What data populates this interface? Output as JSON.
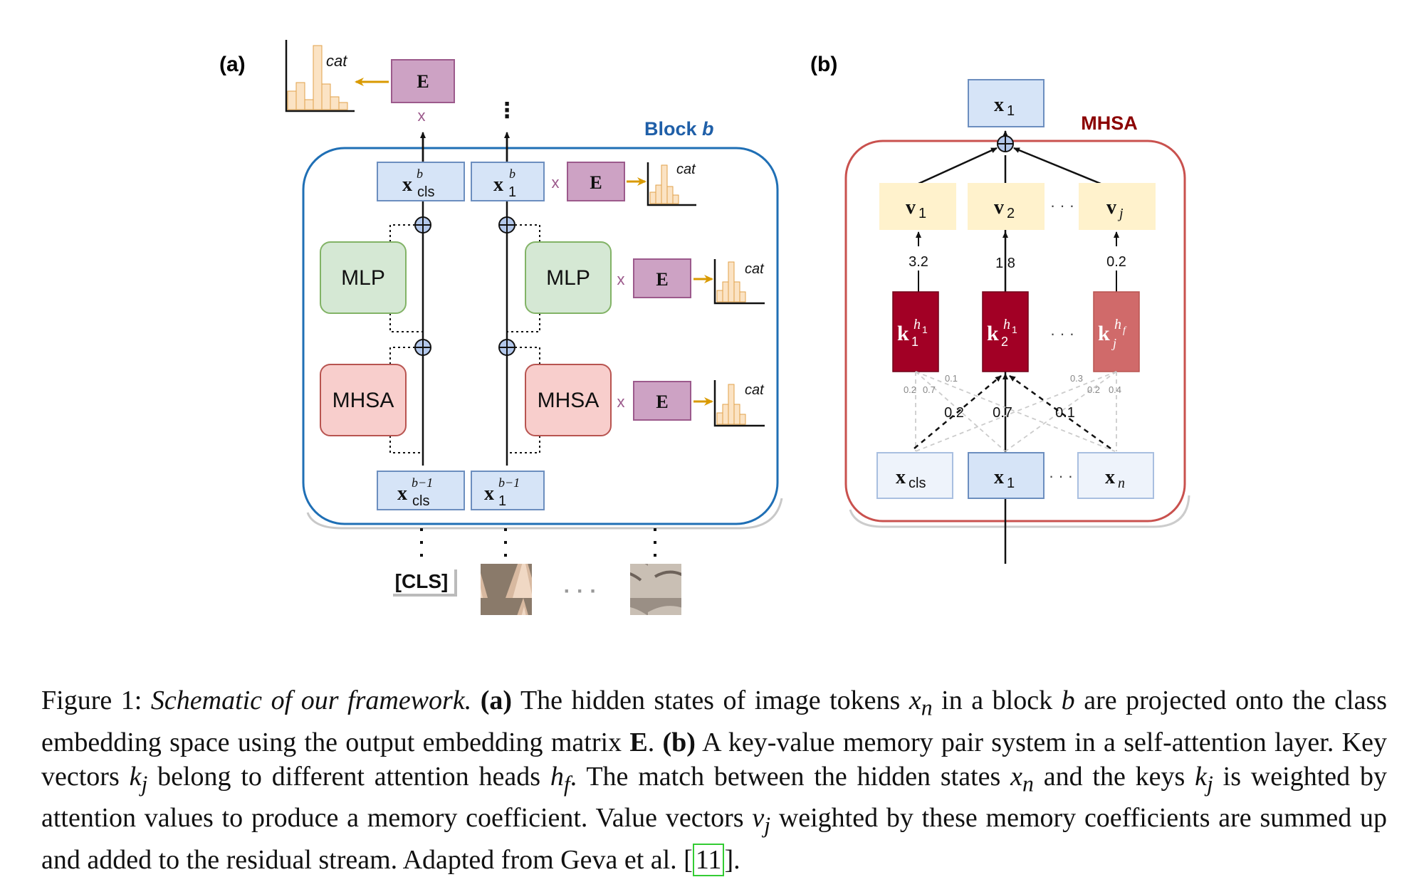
{
  "panel_a": {
    "label": "(a)",
    "block_title_prefix": "Block ",
    "block_title_var": "b",
    "E": "E",
    "x_mark": "x",
    "cat": "cat",
    "mlp": "MLP",
    "mhsa": "MHSA",
    "x_bold": "x",
    "sub_cls": "cls",
    "sub_1": "1",
    "sup_b": "b",
    "sup_bm1": "b−1",
    "vdots": "⋮",
    "cls_token": "[CLS]",
    "hdots": "· · ·"
  },
  "panel_b": {
    "label": "(b)",
    "title": "MHSA",
    "x_bold": "x",
    "v_bold": "v",
    "k_bold": "k",
    "sub_1": "1",
    "sub_2": "2",
    "sub_j": "j",
    "sub_n": "n",
    "sub_cls": "cls",
    "sup_h1": "h",
    "sup_h1_sub": "1",
    "sup_hf_sub": "f",
    "coef_v1": "3.2",
    "coef_v2": "1.8",
    "coef_vj": "0.2",
    "att_main_1": "0.2",
    "att_main_2": "0.7",
    "att_main_3": "0.1",
    "att_k1_a": "0.2",
    "att_k1_b": "0.7",
    "att_k1_c": "0.1",
    "att_kj_a": "0.3",
    "att_kj_b": "0.2",
    "att_kj_c": "0.4",
    "dots": "· · ·"
  },
  "caption": {
    "fig_label": "Figure 1:",
    "title": "Schematic of our framework.",
    "a_label": "(a)",
    "a_text_1": " The hidden states of image tokens ",
    "x_n": "x",
    "n": "n",
    "a_text_2": " in a block ",
    "b": "b",
    "a_text_3": " are projected onto the class embedding space using the output embedding matrix ",
    "E": "E",
    "a_text_4": ". ",
    "b_label": "(b)",
    "b_text_1": " A key-value memory pair system in a self-attention layer. Key vectors ",
    "k": "k",
    "j": "j",
    "b_text_2": " belong to different attention heads ",
    "h": "h",
    "f": "f",
    "b_text_3": ". The match between the hidden states ",
    "b_text_4": " and the keys ",
    "b_text_5": " is weighted by attention values to produce a memory coefficient. Value vectors ",
    "v": "v",
    "b_text_6": " weighted by these memory coefficients are summed up and added to the residual stream. Adapted from Geva et al. [",
    "ref": "11",
    "b_text_7": "]."
  },
  "colors": {
    "block_border": "#1f6fb5",
    "block_title": "#1f5fa8",
    "mhsa_title": "#8b0000",
    "x_box_fill": "#d6e4f7",
    "x_box_stroke": "#6c8ebf",
    "E_fill": "#cda2c4",
    "E_stroke": "#9c5a8c",
    "mlp_fill": "#d5e8d4",
    "mlp_stroke": "#82b366",
    "mhsa_fill": "#f8cecc",
    "mhsa_stroke": "#b85450",
    "v_fill": "#fff2cc",
    "k_fill": "#a20025",
    "k_fill_light": "#d06a6a",
    "arrow_orange": "#d99a00",
    "hist_fill": "#fbe3c4",
    "hist_stroke": "#e1a24a"
  }
}
